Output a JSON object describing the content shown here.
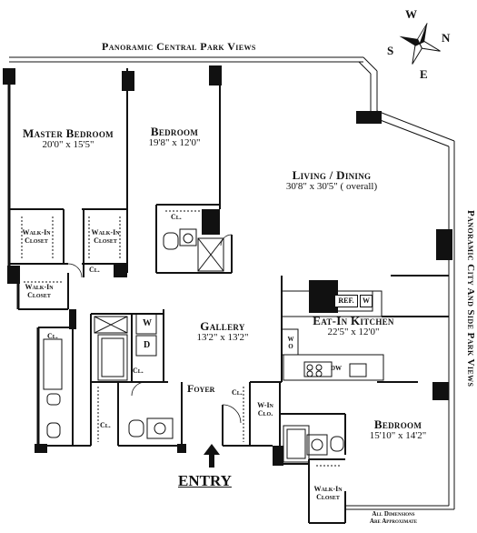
{
  "views": {
    "top": "Panoramic Central Park Views",
    "right": "Panoramic City And Side Park Views"
  },
  "compass": {
    "n": "N",
    "s": "S",
    "e": "E",
    "w": "W"
  },
  "rooms": [
    {
      "id": "master_bedroom",
      "name": "Master Bedroom",
      "dims": "20'0\" x 15'5\""
    },
    {
      "id": "bedroom_1",
      "name": "Bedroom",
      "dims": "19'8\" x 12'0\""
    },
    {
      "id": "living_dining",
      "name": "Living / Dining",
      "dims": "30'8\" x 30'5\" ( overall)"
    },
    {
      "id": "gallery",
      "name": "Gallery",
      "dims": "13'2\" x 13'2\""
    },
    {
      "id": "kitchen",
      "name": "Eat-In Kitchen",
      "dims": "22'5\" x 12'0\""
    },
    {
      "id": "bedroom_2",
      "name": "Bedroom",
      "dims": "15'10\" x 14'2\""
    }
  ],
  "labels": {
    "foyer": "Foyer",
    "entry": "ENTRY",
    "walk_in_closet": "Walk-In",
    "closet": "Closet",
    "cl": "Cl.",
    "w_in": "W-In",
    "clo": "Clo.",
    "ref": "REF.",
    "w": "W",
    "d": "D",
    "dw": "DW",
    "wo": "WO",
    "note_1": "All Dimensions",
    "note_2": "Are Approximate"
  }
}
